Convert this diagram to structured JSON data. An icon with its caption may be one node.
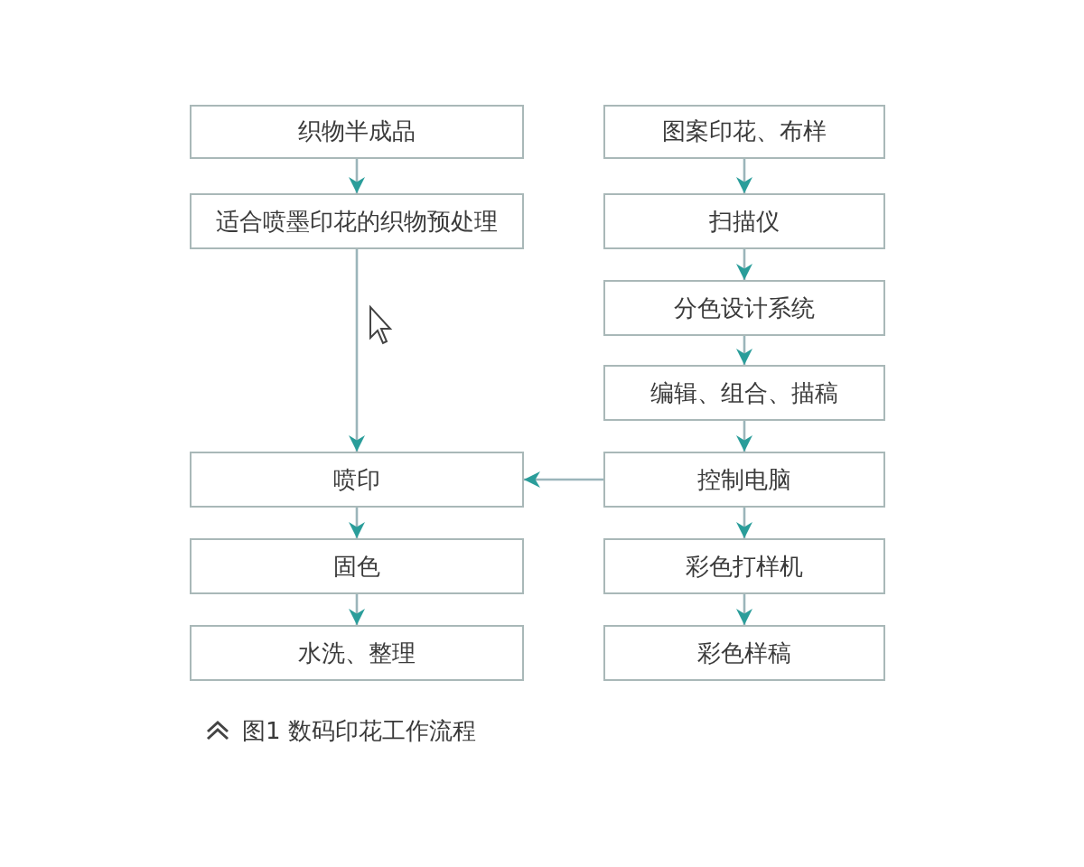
{
  "diagram": {
    "caption": "图1 数码印花工作流程",
    "nodes": [
      {
        "text": [
          "织物半成品"
        ]
      },
      {
        "text": [
          "适合喷墨印花的织物预处理"
        ]
      },
      {
        "text": [
          "喷印"
        ]
      },
      {
        "text": [
          "固色"
        ]
      },
      {
        "text": [
          "水洗、整理"
        ]
      },
      {
        "text": [
          "图案印花、布样"
        ]
      },
      {
        "text": [
          "扫描仪"
        ]
      },
      {
        "text": [
          "分色设计系统"
        ]
      },
      {
        "text": [
          "编辑、组合、描稿"
        ]
      },
      {
        "text": [
          "控制电脑"
        ]
      },
      {
        "text": [
          "彩色打样机"
        ]
      },
      {
        "text": [
          "彩色样稿"
        ]
      }
    ],
    "edges": [
      {
        "from": 0,
        "to": 1,
        "arrow": "to"
      },
      {
        "from": 1,
        "to": 2,
        "arrow": "to"
      },
      {
        "from": 2,
        "to": 3,
        "arrow": "to"
      },
      {
        "from": 3,
        "to": 4,
        "arrow": "to"
      },
      {
        "from": 5,
        "to": 6,
        "arrow": "to"
      },
      {
        "from": 6,
        "to": 7,
        "arrow": "to"
      },
      {
        "from": 7,
        "to": 8,
        "arrow": "to"
      },
      {
        "from": 8,
        "to": 9,
        "arrow": "to"
      },
      {
        "from": 9,
        "to": 2,
        "arrow": "to"
      },
      {
        "from": 9,
        "to": 10,
        "arrow": "to"
      },
      {
        "from": 10,
        "to": 11,
        "arrow": "to"
      }
    ]
  }
}
